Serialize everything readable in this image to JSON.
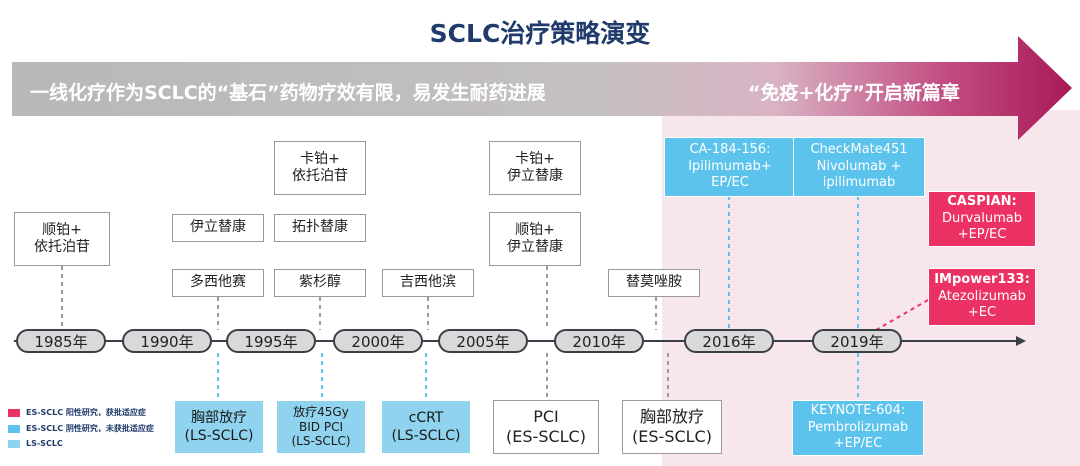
{
  "title": "SCLC治疗策略演变",
  "banner": {
    "left_text": "一线化疗作为SCLC的“基石”药物疗效有限，易发生耐药进展",
    "right_text": "“免疫+化疗”开启新篇章"
  },
  "timeline": {
    "years": [
      "1985年",
      "1990年",
      "1995年",
      "2000年",
      "2005年",
      "2010年",
      "2016年",
      "2019年"
    ]
  },
  "top_boxes": {
    "b1985": [
      "顺铂+",
      "依托泊苷"
    ],
    "b1990_1": "伊立替康",
    "b1990_2": "多西他赛",
    "b1995_1": [
      "卡铂+",
      "依托泊苷"
    ],
    "b1995_2": "拓扑替康",
    "b1995_3": "紫杉醇",
    "b2000": "吉西他滨",
    "b2005_1": [
      "卡铂+",
      "伊立替康"
    ],
    "b2005_2": [
      "顺铂+",
      "伊立替康"
    ],
    "b2010": "替莫唑胺",
    "b2016_1": [
      "CA-184-156:",
      "Ipilimumab+",
      "EP/EC"
    ],
    "b2016_2": [
      "CheckMate451",
      "Nivolumab +",
      "ipilimumab"
    ],
    "b2019_1": [
      "CASPIAN:",
      "Durvalumab",
      "+EP/EC"
    ],
    "b2019_2": [
      "IMpower133:",
      "Atezolizumab",
      "+EC"
    ]
  },
  "bottom_boxes": {
    "b1": [
      "胸部放疗",
      "(LS-SCLC)"
    ],
    "b2": [
      "放疗45Gy",
      "BID PCI",
      "(LS-SCLC)"
    ],
    "b3": [
      "cCRT",
      "(LS-SCLC)"
    ],
    "b4": [
      "PCI",
      "(ES-SCLC)"
    ],
    "b5": [
      "胸部放疗",
      "(ES-SCLC)"
    ],
    "b6": [
      "KEYNOTE-604:",
      "Pembrolizumab",
      "+EP/EC"
    ]
  },
  "legend": [
    {
      "label": "ES-SCLC 阳性研究，获批适应症",
      "color": "#ec3264"
    },
    {
      "label": "ES-SCLC 阴性研究，未获批适应症",
      "color": "#5cc3ec"
    },
    {
      "label": "LS-SCLC",
      "color": "#8fd3ee"
    }
  ],
  "colors": {
    "title": "#1f3a6b",
    "banner_gray": "#b3b3b3",
    "banner_magenta": "#b01f5e",
    "cyan": "#5cc3ec",
    "red": "#ec3264"
  }
}
